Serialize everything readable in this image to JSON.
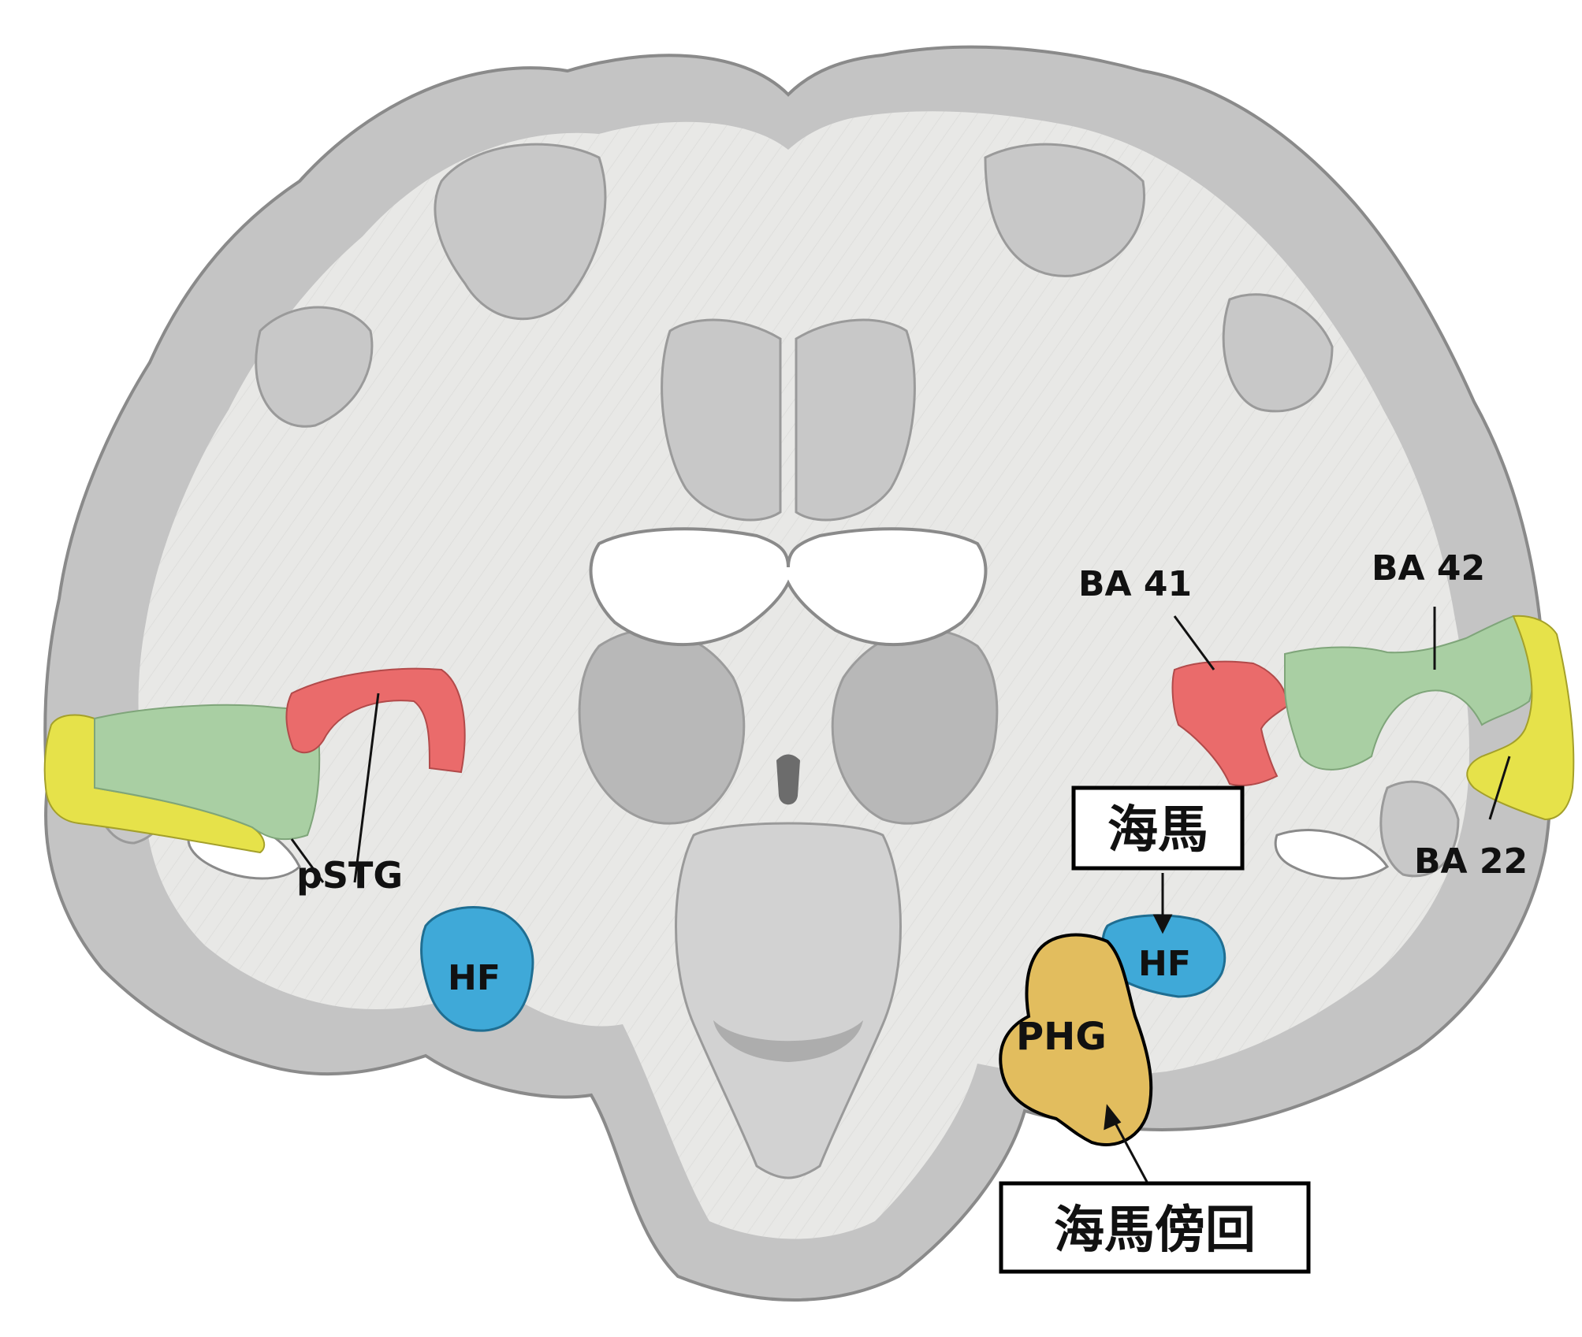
{
  "labels": {
    "pstg": "pSTG",
    "hf_left": "HF",
    "hf_right": "HF",
    "phg": "PHG",
    "ba41": "BA 41",
    "ba42": "BA 42",
    "ba22": "BA 22"
  },
  "callouts": {
    "hippocampus": "海馬",
    "parahippocampal_gyrus": "海馬傍回"
  },
  "colors": {
    "background": "#ffffff",
    "cortex_gray": "#c4c4c4",
    "gray_outline": "#8a8a8a",
    "white_matter": "#e8e8e6",
    "deep_gray": "#b8b8b8",
    "ba41_red": "#ea6b6b",
    "ba42_green": "#a9cfa3",
    "ba22_yellow": "#e6e24a",
    "hf_blue": "#3fa9d8",
    "phg_gold": "#e2bd5e"
  }
}
